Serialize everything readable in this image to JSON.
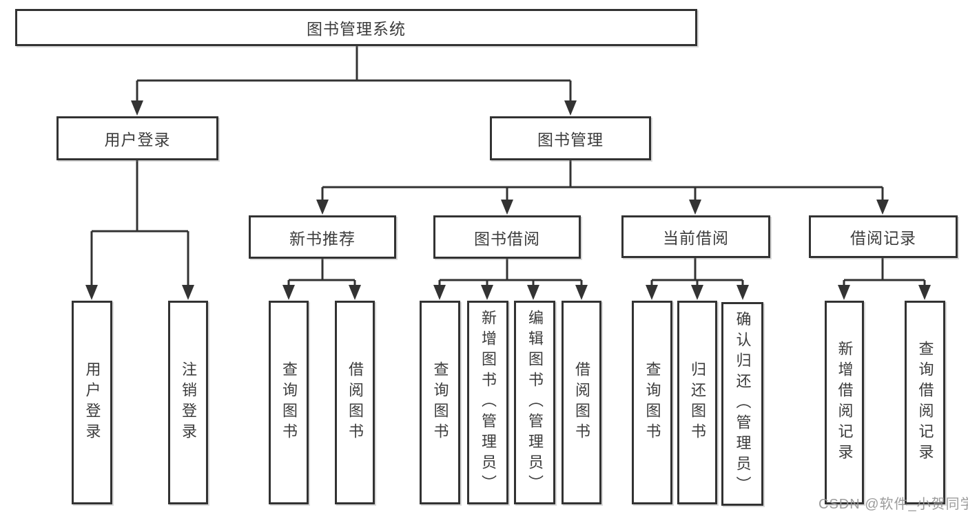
{
  "diagram_title": "图书管理系统",
  "nodes": {
    "root": "图书管理系统",
    "user_login": "用户登录",
    "book_management": "图书管理",
    "new_book_recommend": "新书推荐",
    "book_borrowing": "图书借阅",
    "current_borrowing": "当前借阅",
    "borrowing_records": "借阅记录",
    "ul_user_login": "用户登录",
    "ul_logout": "注销登录",
    "nb_query_books": "查询图书",
    "nb_borrow_books": "借阅图书",
    "bb_query_books": "查询图书",
    "bb_add_books_admin": "新增图书（管理员）",
    "bb_edit_books_admin": "编辑图书（管理员）",
    "bb_borrow_books": "借阅图书",
    "cb_query_books": "查询图书",
    "cb_return_books": "归还图书",
    "cb_confirm_return_admin": "确认归还（管理员）",
    "br_add_record": "新增借阅记录",
    "br_query_record": "查询借阅记录"
  },
  "watermark": "CSDN @软件_小贺同学",
  "colors": {
    "line": "#333333",
    "box_border": "#323232",
    "text": "#3c3c3c",
    "watermark": "#949494",
    "background": "#ffffff"
  }
}
